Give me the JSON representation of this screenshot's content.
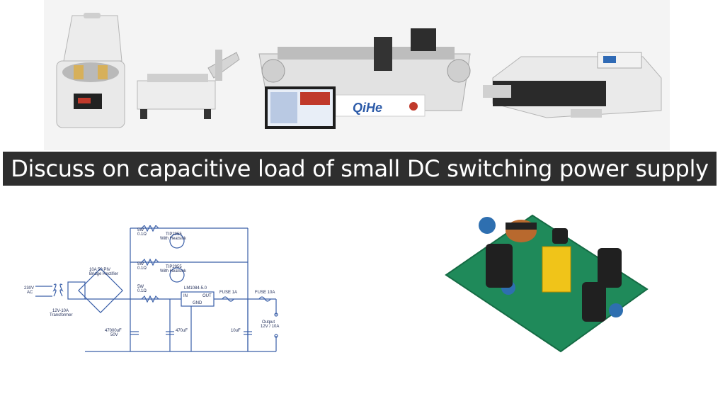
{
  "banner": {
    "title": "Discuss on capacitive load of small DC  switching power supply"
  },
  "machine": {
    "brand": "QiHe"
  },
  "schematic": {
    "labels": {
      "r1": "5W",
      "r1v": "0.1Ω",
      "q1": "TIP2955",
      "q1h": "With Heatsink",
      "r2": "5W",
      "r2v": "0.1Ω",
      "q2": "TIP2955",
      "q2h": "With Heatsink",
      "r3": "5W",
      "r3v": "0.1Ω",
      "bridge": "10A 50 PIV",
      "bridge2": "Bridge Rectifier",
      "ac": "230V",
      "ac2": "AC",
      "tx": "12V-10A",
      "tx2": "Transformer",
      "reg": "LM1084-5.0",
      "reg_in": "IN",
      "reg_out": "OUT",
      "reg_gnd": "GND",
      "fuse1": "FUSE 1A",
      "fuse2": "FUSE 10A",
      "output": "Output",
      "output2": "12V / 10A",
      "c1": "47000uF",
      "c1v": "50V",
      "c2": "470uF",
      "c3": "10uF"
    }
  },
  "colors": {
    "banner_bg": "#2e2e2e",
    "wire": "#3a5fa8",
    "pcb": "#1f8a5a"
  }
}
